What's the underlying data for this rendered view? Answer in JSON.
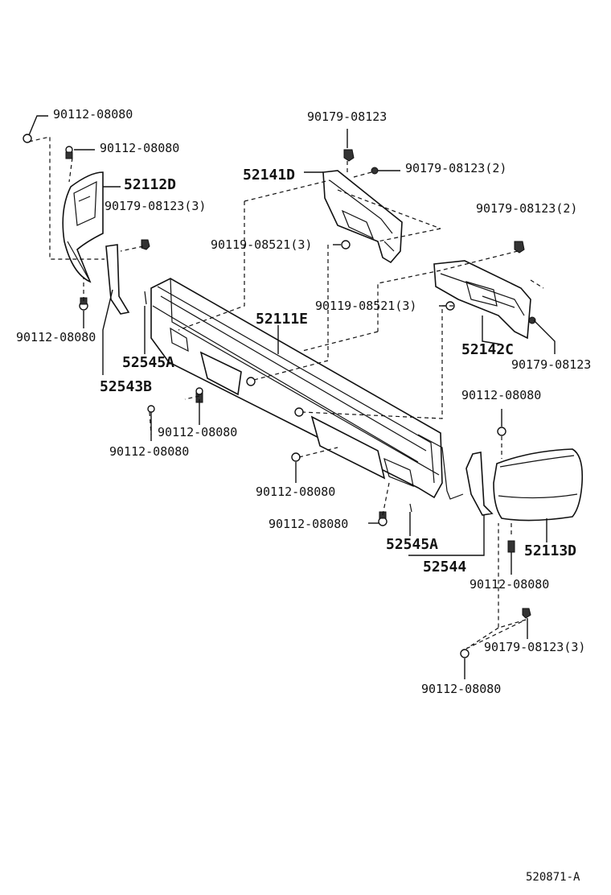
{
  "parts": {
    "clip_tl_1": "90112-08080",
    "clip_tl_2": "90112-08080",
    "cover_left": "52112D",
    "nut_left": "90179-08123(3)",
    "clip_left_low": "90112-08080",
    "retainer_small_left": "52545A",
    "support_left": "52543B",
    "clip_center_a": "90112-08080",
    "clip_center_b": "90112-08080",
    "nut_top": "90179-08123",
    "bracket_left": "52141D",
    "nut_top_2": "90179-08123(2)",
    "bolt_left": "90119-08521(3)",
    "bumper": "52111E",
    "nut_right_top": "90179-08123(2)",
    "bolt_right": "90119-08521(3)",
    "bracket_right": "52142C",
    "nut_right": "90179-08123",
    "clip_right_top": "90112-08080",
    "clip_bottom_1": "90112-08080",
    "clip_bottom_2": "90112-08080",
    "retainer_small_right": "52545A",
    "support_right": "52544",
    "cover_right": "52113D",
    "clip_right_low": "90112-08080",
    "nut_bottom": "90179-08123(3)",
    "clip_bottom_3": "90112-08080"
  },
  "figure_code": "520871-A"
}
